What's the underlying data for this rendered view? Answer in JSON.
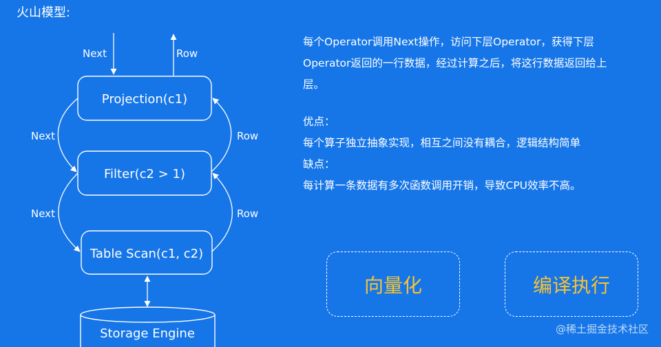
{
  "title": "火山模型:",
  "diagram": {
    "nodes": {
      "projection": "Projection(c1)",
      "filter": "Filter(c2 > 1)",
      "table_scan": "Table Scan(c1, c2)",
      "storage": "Storage Engine"
    },
    "edges": {
      "next": "Next",
      "row": "Row"
    }
  },
  "description": {
    "intro": "每个Operator调用Next操作，访问下层Operator，获得下层Operator返回的一行数据，经过计算之后，将这行数据返回给上层。",
    "pros_label": "优点：",
    "pros_text": "每个算子独立抽象实现，相互之间没有耦合，逻辑结构简单",
    "cons_label": "缺点：",
    "cons_text": "每计算一条数据有多次函数调用开销，导致CPU效率不高。"
  },
  "options": {
    "vectorized": "向量化",
    "compiled": "编译执行"
  },
  "watermark": "@稀土掘金技术社区",
  "colors": {
    "background": "#1676e8",
    "accent": "#f7c234",
    "line": "#ffffff"
  }
}
